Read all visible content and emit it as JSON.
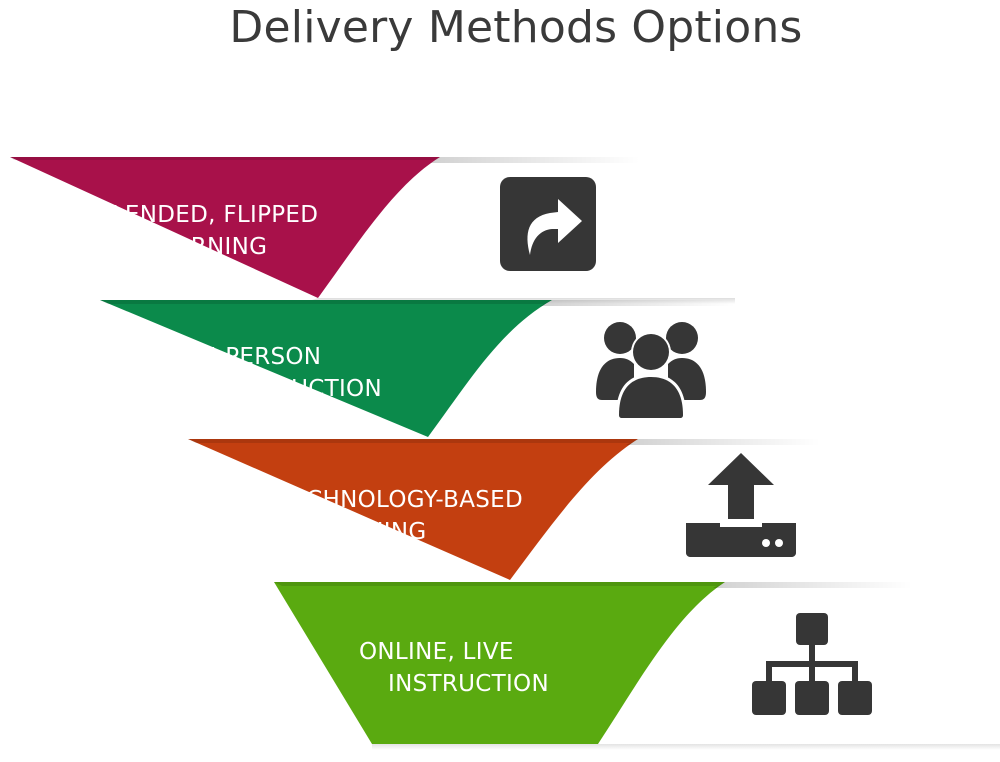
{
  "title": "Delivery Methods Options",
  "stages": [
    {
      "line1": "BLENDED, FLIPPED",
      "line2": "LEARNING",
      "color": "#a8114a",
      "icon": "share-arrow-icon"
    },
    {
      "line1": "IN-PERSON",
      "line2": "INSTRUCTION",
      "color": "#0b8a4b",
      "icon": "people-group-icon"
    },
    {
      "line1": "TECHNOLOGY-BASED",
      "line2": "LEARNING",
      "color": "#c33f10",
      "icon": "upload-tray-icon"
    },
    {
      "line1": "ONLINE, LIVE",
      "line2": "INSTRUCTION",
      "color": "#5aaa10",
      "icon": "hierarchy-icon"
    }
  ]
}
